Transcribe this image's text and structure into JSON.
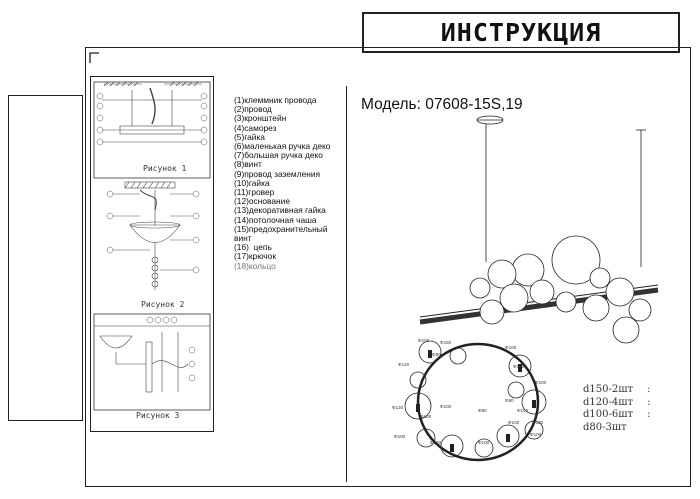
{
  "header": {
    "title": "ИНСТРУКЦИЯ"
  },
  "model": {
    "label": "Модель: 07608-15S,19"
  },
  "figures": [
    {
      "caption": "Рисунок 1"
    },
    {
      "caption": "Рисунок 2"
    },
    {
      "caption": "Рисунок 3"
    }
  ],
  "parts": [
    {
      "text": "(1)клеммник провода",
      "muted": false
    },
    {
      "text": "(2)провод",
      "muted": false
    },
    {
      "text": "(3)кронштейн",
      "muted": false
    },
    {
      "text": "(4)саморез",
      "muted": false
    },
    {
      "text": "(5)гайка",
      "muted": false
    },
    {
      "text": "(6)маленькая ручка деко",
      "muted": false
    },
    {
      "text": "(7)большая ручка деко",
      "muted": false
    },
    {
      "text": "(8)винт",
      "muted": false
    },
    {
      "text": "(9)провод заземления",
      "muted": false
    },
    {
      "text": "(10)гайка",
      "muted": false
    },
    {
      "text": "(11)гровер",
      "muted": false
    },
    {
      "text": "(12)основание",
      "muted": false
    },
    {
      "text": "(13)декоративная гайка",
      "muted": false
    },
    {
      "text": "(14)потолочная чаша",
      "muted": false
    },
    {
      "text": "(15)предохранительный винт",
      "muted": false
    },
    {
      "text": "(16)  цепь",
      "muted": false
    },
    {
      "text": "(17)крючок",
      "muted": false
    },
    {
      "text": "(18)кольцо",
      "muted": true
    }
  ],
  "diagram_labels": [
    "Φ120",
    "Φ100",
    "Φ80",
    "Φ150",
    "Φ100",
    "Φ120",
    "Φ100",
    "Φ80",
    "Φ100",
    "Φ120",
    "Φ100",
    "Φ100",
    "Φ80",
    "Φ100",
    "Φ120",
    "Φ100",
    "Φ150",
    "Φ100",
    "Φ100"
  ],
  "sizes": [
    {
      "label": "d150-2шт",
      "mark": ":"
    },
    {
      "label": "d120-4шт",
      "mark": ":"
    },
    {
      "label": "d100-6шт",
      "mark": ":"
    },
    {
      "label": "d80-3шт",
      "mark": ""
    }
  ]
}
